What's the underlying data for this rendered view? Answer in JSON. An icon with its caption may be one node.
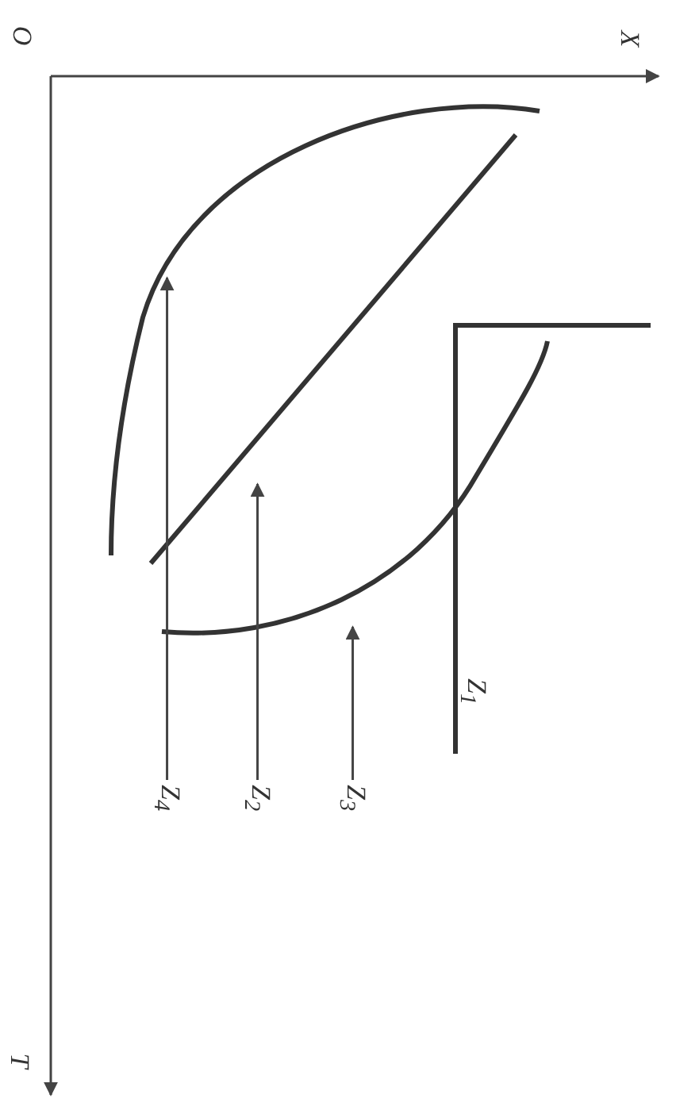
{
  "diagram": {
    "nodes": [
      {
        "text": [
          "Z$_{4}$"
        ]
      },
      {
        "text": [
          "Z$_{2}$"
        ]
      },
      {
        "text": [
          "Z$_{3}$"
        ]
      }
    ],
    "edges": [
      {
        "from": 0,
        "to": null,
        "arrow": "to"
      },
      {
        "from": 1,
        "to": null,
        "arrow": "to"
      },
      {
        "from": 2,
        "to": null,
        "arrow": "to"
      }
    ],
    "labels": [
      "O",
      "X",
      "T",
      "Z$_{1}$"
    ]
  }
}
